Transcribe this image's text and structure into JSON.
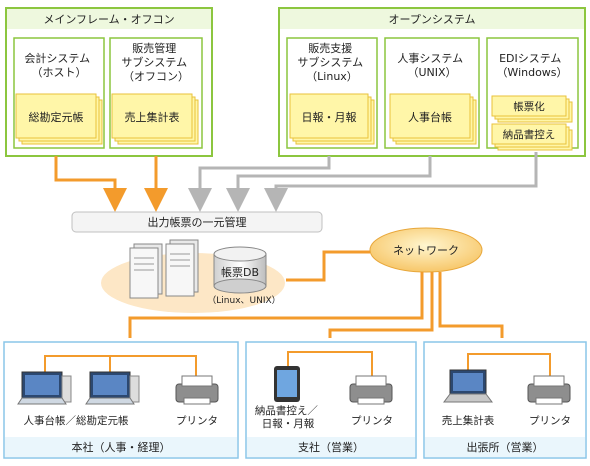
{
  "groups": {
    "mainframe": "メインフレーム・オフコン",
    "open": "オープンシステム"
  },
  "systems": {
    "accounting": [
      "会計システム",
      "（ホスト）"
    ],
    "sales": [
      "販売管理",
      "サブシステム",
      "（オフコン）"
    ],
    "sales_support": [
      "販売支援",
      "サブシステム",
      "（Linux）"
    ],
    "hr": [
      "人事システム",
      "（UNIX）"
    ],
    "edi": [
      "EDIシステム",
      "（Windows）"
    ]
  },
  "documents": {
    "general_ledger": "総勘定元帳",
    "sales_summary": "売上集計表",
    "daily_monthly": "日報・月報",
    "personnel_register": "人事台帳",
    "forms": "帳票化",
    "delivery_copy": "納品書控え"
  },
  "central": {
    "title": "出力帳票の一元管理",
    "db_label": "帳票DB",
    "db_os": "（Linux、UNIX）"
  },
  "network": "ネットワーク",
  "sites": {
    "head_office": {
      "title": "本社（人事・経理）",
      "pc_caption": "人事台帳／総勘定元帳",
      "printer_caption": "プリンタ"
    },
    "branch": {
      "title": "支社（営業）",
      "tablet_caption": [
        "納品書控え／",
        "日報・月報"
      ],
      "printer_caption": "プリンタ"
    },
    "sales_office": {
      "title": "出張所（営業）",
      "laptop_caption": "売上集計表",
      "printer_caption": "プリンタ"
    }
  },
  "colors": {
    "green_border": "#8cc63f",
    "green_header": "#eef8de",
    "yellow_fill": "#fff6a8",
    "yellow_border": "#e8c23a",
    "orange_line": "#f39b2c",
    "gray_line": "#b5b5b5",
    "blue_border": "#8ac6e8",
    "blue_fill": "#eaf6fc"
  }
}
